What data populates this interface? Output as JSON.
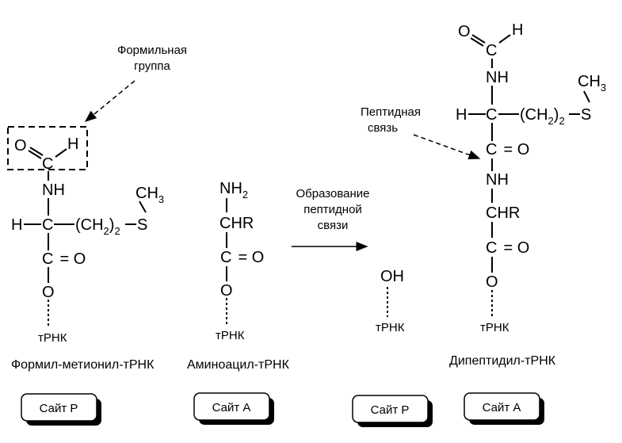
{
  "annotations": {
    "formyl_group": [
      "Формильная",
      "группа"
    ],
    "peptide_bond": [
      "Пептидная",
      "связь"
    ],
    "reaction": [
      "Образование",
      "пептидной",
      "связи"
    ]
  },
  "chem": {
    "O": "O",
    "H": "H",
    "C": "C",
    "NH": "NH",
    "NH2": "NH",
    "sub2": "2",
    "CH2": "(CH",
    "CH2_close": ")",
    "S": "S",
    "CH3": "CH",
    "sub3": "3",
    "CHR": "CHR",
    "eq_O": "= O",
    "OH": "OH",
    "trna": "тРНК"
  },
  "captions": {
    "formyl_met": "Формил-метионил-тРНК",
    "aminoacyl": "Аминоацил-тРНК",
    "dipeptidyl": "Дипептидил-тРНК"
  },
  "sites": {
    "p1": "Сайт Р",
    "a1": "Сайт А",
    "p2": "Сайт Р",
    "a2": "Сайт А"
  }
}
